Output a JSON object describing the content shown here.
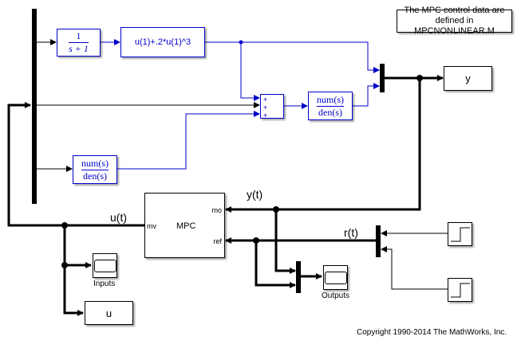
{
  "annotation": {
    "line1": "The MPC control data are",
    "line2": "defined in MPCNONLINEAR.M"
  },
  "blocks": {
    "tf1": {
      "num": "1",
      "den": "s + 1"
    },
    "fcn": {
      "expr": "u(1)+.2*u(1)^3"
    },
    "sum": {
      "signs": [
        "+",
        "+",
        "+"
      ]
    },
    "tf2": {
      "num": "num(s)",
      "den": "den(s)"
    },
    "tf3": {
      "num": "num(s)",
      "den": "den(s)"
    },
    "y_out": {
      "label": "y"
    },
    "u_out": {
      "label": "u"
    },
    "mpc": {
      "label": "MPC",
      "port_mv": "mv",
      "port_mo": "mo",
      "port_ref": "ref"
    },
    "scope_inputs": {
      "label": "Inputs"
    },
    "scope_outputs": {
      "label": "Outputs"
    }
  },
  "signals": {
    "u": "u(t)",
    "y": "y(t)",
    "r": "r(t)"
  },
  "colors": {
    "blue": "#0000cc",
    "black": "#000000"
  },
  "footer": {
    "copyright": "Copyright 1990-2014 The MathWorks, Inc."
  }
}
